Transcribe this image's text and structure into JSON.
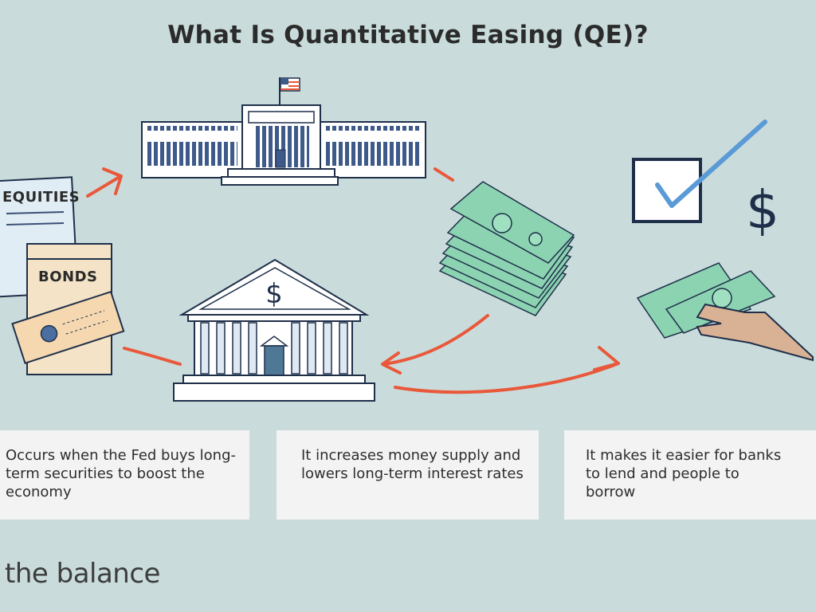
{
  "header": {
    "title": "What Is Quantitative Easing (QE)?"
  },
  "illustration": {
    "equities_label": "EQUITIES",
    "bonds_label": "BONDS",
    "bank_symbol": "$",
    "consumer_symbol": "$",
    "icons": [
      "equities-document-icon",
      "bonds-envelope-icon",
      "federal-reserve-building-icon",
      "bank-building-icon",
      "cash-stack-icon",
      "checkbox-icon",
      "dollar-sign-icon",
      "hand-cash-icon"
    ],
    "colors": {
      "background": "#c9dcdb",
      "arrow": "#e9583a",
      "money": "#8cd3b2",
      "check": "#5a9ad6",
      "outline": "#1f2f4a"
    }
  },
  "cards": [
    {
      "text": "Occurs when the Fed buys long-term securities to boost the economy"
    },
    {
      "text": "It increases money supply and lowers long-term interest rates"
    },
    {
      "text": "It makes it easier for banks to lend and people to borrow"
    }
  ],
  "footer": {
    "brand": "the balance"
  }
}
